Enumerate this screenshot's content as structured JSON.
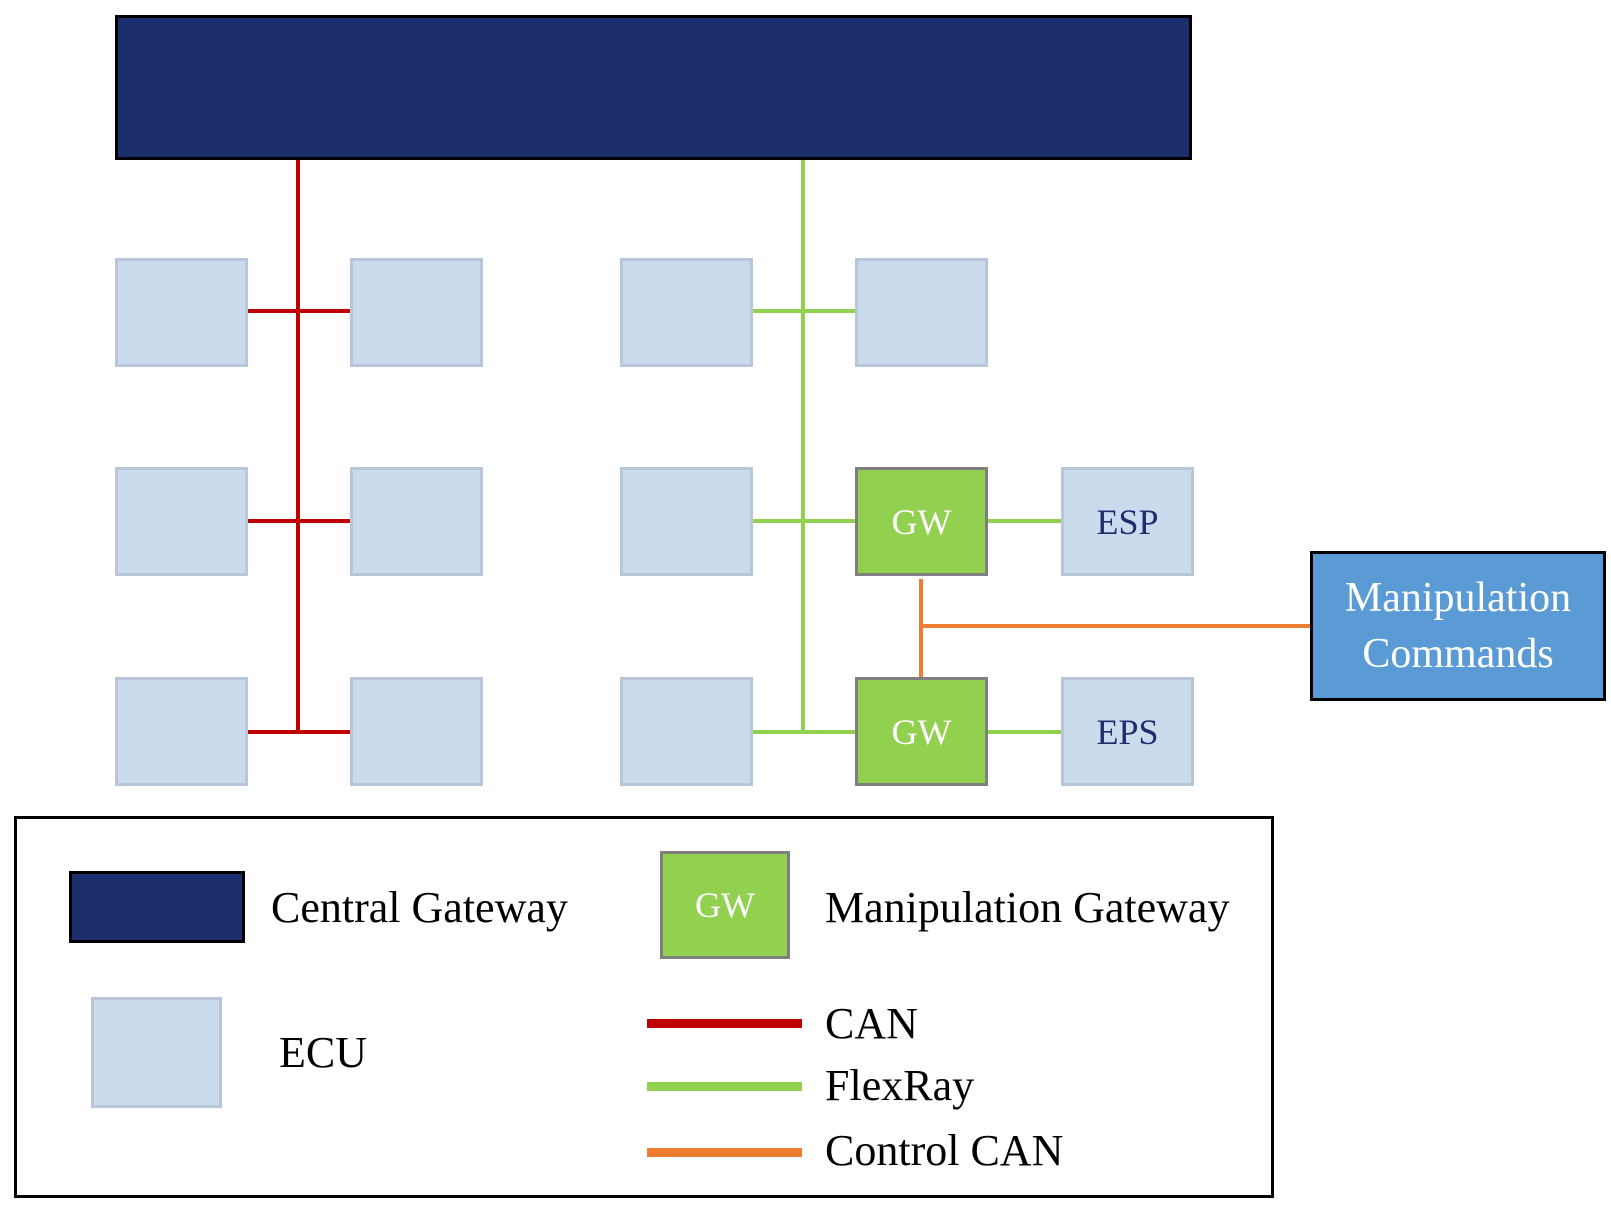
{
  "diagram": {
    "ecu_labels": {
      "esp": "ESP",
      "eps": "EPS"
    },
    "gateway_label": "GW",
    "manipulation_box": {
      "line1": "Manipulation",
      "line2": "Commands"
    }
  },
  "legend": {
    "central_gateway": "Central Gateway",
    "manipulation_gateway": "Manipulation Gateway",
    "gw_symbol": "GW",
    "ecu": "ECU",
    "can": "CAN",
    "flexray": "FlexRay",
    "control_can": "Control CAN"
  },
  "colors": {
    "central_gateway": "#1c2e6b",
    "ecu": "#cbdbee",
    "gateway": "#92d050",
    "manipulation": "#5b9bd5",
    "can": "#c00000",
    "flexray": "#92d050",
    "control_can": "#ed7d31"
  }
}
